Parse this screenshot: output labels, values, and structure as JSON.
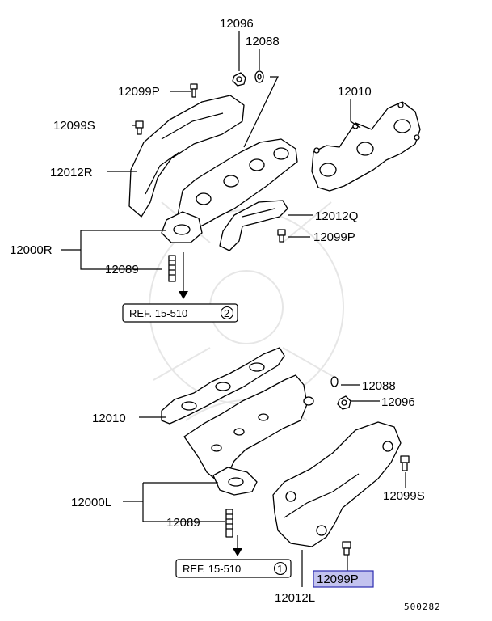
{
  "labels": {
    "p12096_top": "12096",
    "p12088_top": "12088",
    "p12099P_top": "12099P",
    "p12099S_top": "12099S",
    "p12012R": "12012R",
    "p12010_top": "12010",
    "p12012Q": "12012Q",
    "p12099P_mid": "12099P",
    "p12000R": "12000R",
    "p12089_top": "12089",
    "p12088_bot": "12088",
    "p12096_bot": "12096",
    "p12010_bot": "12010",
    "p12099S_bot": "12099S",
    "p12000L": "12000L",
    "p12089_bot": "12089",
    "p12099P_bot": "12099P",
    "p12012L": "12012L"
  },
  "refs": {
    "top": {
      "text": "REF. 15-510",
      "num": "2"
    },
    "bottom": {
      "text": "REF. 15-510",
      "num": "1"
    }
  },
  "diagram_id": "500282",
  "highlight_color": "#c3c3ef"
}
